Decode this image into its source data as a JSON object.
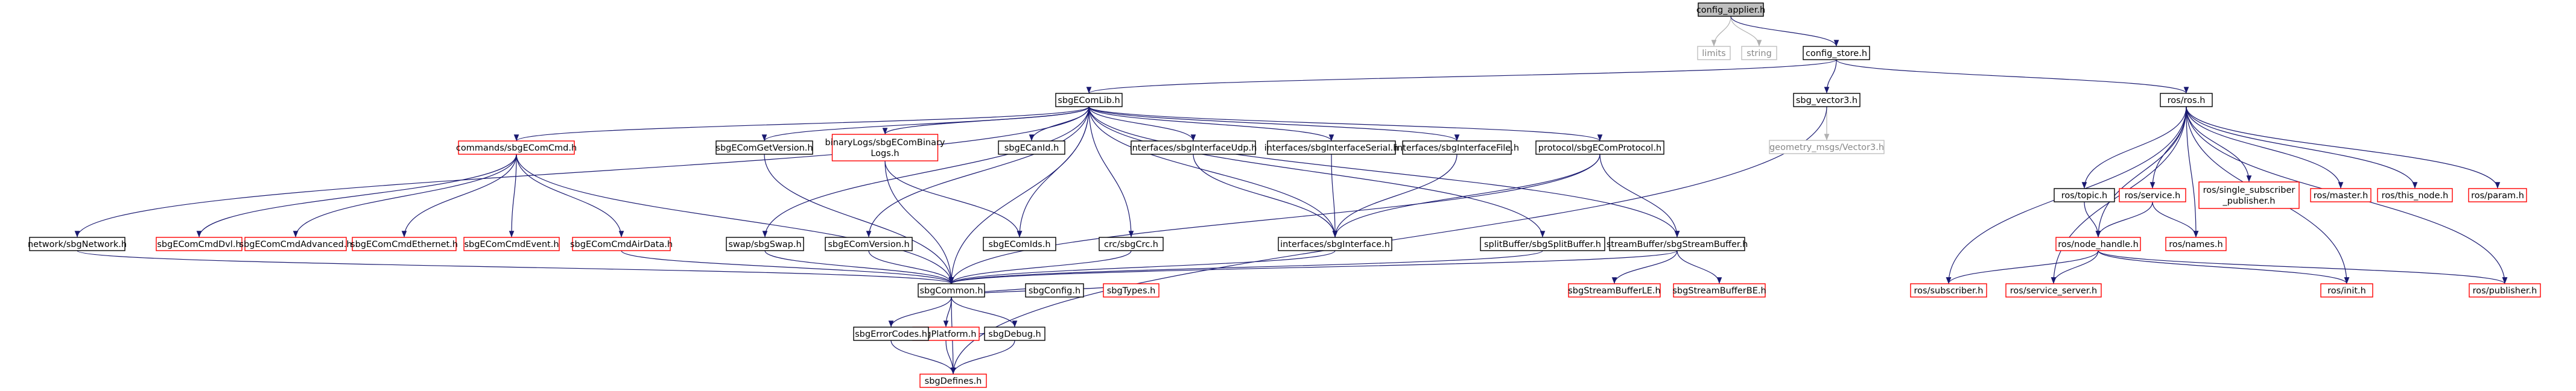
{
  "graph": {
    "colors": {
      "edge": "#191970",
      "edge_external": "#b0b0b0",
      "root_fill": "#bfbfbf",
      "node_border": "#000000",
      "missing_border": "#ff0000",
      "external_border": "#bfbfbf",
      "external_text": "#888888",
      "text": "#000000"
    },
    "nodes": [
      {
        "id": "config_applier",
        "lines": [
          "config_applier.h"
        ],
        "kind": "root"
      },
      {
        "id": "limits",
        "lines": [
          "limits"
        ],
        "kind": "external"
      },
      {
        "id": "string",
        "lines": [
          "string"
        ],
        "kind": "external"
      },
      {
        "id": "config_store",
        "lines": [
          "config_store.h"
        ],
        "kind": "normal"
      },
      {
        "id": "sbgEComLib",
        "lines": [
          "sbgEComLib.h"
        ],
        "kind": "normal"
      },
      {
        "id": "sbg_vector3",
        "lines": [
          "sbg_vector3.h"
        ],
        "kind": "normal"
      },
      {
        "id": "ros_ros",
        "lines": [
          "ros/ros.h"
        ],
        "kind": "normal"
      },
      {
        "id": "geometry_msgs",
        "lines": [
          "geometry_msgs/Vector3.h"
        ],
        "kind": "external"
      },
      {
        "id": "network",
        "lines": [
          "network/sbgNetwork.h"
        ],
        "kind": "normal"
      },
      {
        "id": "commands",
        "lines": [
          "commands/sbgEComCmd.h"
        ],
        "kind": "missing"
      },
      {
        "id": "getversion",
        "lines": [
          "sbgEComGetVersion.h"
        ],
        "kind": "normal"
      },
      {
        "id": "binarylogs",
        "lines": [
          "binaryLogs/sbgEComBinary",
          "Logs.h"
        ],
        "kind": "missing"
      },
      {
        "id": "canid",
        "lines": [
          "sbgECanId.h"
        ],
        "kind": "normal"
      },
      {
        "id": "if_udp",
        "lines": [
          "interfaces/sbgInterfaceUdp.h"
        ],
        "kind": "normal"
      },
      {
        "id": "if_serial",
        "lines": [
          "interfaces/sbgInterfaceSerial.h"
        ],
        "kind": "normal"
      },
      {
        "id": "if_file",
        "lines": [
          "interfaces/sbgInterfaceFile.h"
        ],
        "kind": "normal"
      },
      {
        "id": "protocol",
        "lines": [
          "protocol/sbgEComProtocol.h"
        ],
        "kind": "normal"
      },
      {
        "id": "cmd_dvl",
        "lines": [
          "sbgEComCmdDvl.h"
        ],
        "kind": "missing"
      },
      {
        "id": "cmd_adv",
        "lines": [
          "sbgEComCmdAdvanced.h"
        ],
        "kind": "missing"
      },
      {
        "id": "cmd_eth",
        "lines": [
          "sbgEComCmdEthernet.h"
        ],
        "kind": "missing"
      },
      {
        "id": "cmd_event",
        "lines": [
          "sbgEComCmdEvent.h"
        ],
        "kind": "missing"
      },
      {
        "id": "cmd_airdata",
        "lines": [
          "sbgEComCmdAirData.h"
        ],
        "kind": "missing"
      },
      {
        "id": "swap",
        "lines": [
          "swap/sbgSwap.h"
        ],
        "kind": "normal"
      },
      {
        "id": "ecomversion",
        "lines": [
          "sbgEComVersion.h"
        ],
        "kind": "normal"
      },
      {
        "id": "ecomids",
        "lines": [
          "sbgEComIds.h"
        ],
        "kind": "normal"
      },
      {
        "id": "crc",
        "lines": [
          "crc/sbgCrc.h"
        ],
        "kind": "normal"
      },
      {
        "id": "interface",
        "lines": [
          "interfaces/sbgInterface.h"
        ],
        "kind": "normal"
      },
      {
        "id": "splitbuffer",
        "lines": [
          "splitBuffer/sbgSplitBuffer.h"
        ],
        "kind": "normal"
      },
      {
        "id": "streambuffer",
        "lines": [
          "streamBuffer/sbgStreamBuffer.h"
        ],
        "kind": "normal"
      },
      {
        "id": "sb_le",
        "lines": [
          "sbgStreamBufferLE.h"
        ],
        "kind": "missing"
      },
      {
        "id": "sb_be",
        "lines": [
          "sbgStreamBufferBE.h"
        ],
        "kind": "missing"
      },
      {
        "id": "common",
        "lines": [
          "sbgCommon.h"
        ],
        "kind": "normal"
      },
      {
        "id": "platform",
        "lines": [
          "sbgPlatform.h"
        ],
        "kind": "missing"
      },
      {
        "id": "sbgconfig",
        "lines": [
          "sbgConfig.h"
        ],
        "kind": "normal"
      },
      {
        "id": "types",
        "lines": [
          "sbgTypes.h"
        ],
        "kind": "missing"
      },
      {
        "id": "errorcodes",
        "lines": [
          "sbgErrorCodes.h"
        ],
        "kind": "normal"
      },
      {
        "id": "debug",
        "lines": [
          "sbgDebug.h"
        ],
        "kind": "normal"
      },
      {
        "id": "defines",
        "lines": [
          "sbgDefines.h"
        ],
        "kind": "missing"
      },
      {
        "id": "ros_topic",
        "lines": [
          "ros/topic.h"
        ],
        "kind": "normal"
      },
      {
        "id": "ros_service",
        "lines": [
          "ros/service.h"
        ],
        "kind": "missing"
      },
      {
        "id": "ros_single_sub",
        "lines": [
          "ros/single_subscriber",
          "_publisher.h"
        ],
        "kind": "missing"
      },
      {
        "id": "ros_master",
        "lines": [
          "ros/master.h"
        ],
        "kind": "missing"
      },
      {
        "id": "ros_this_node",
        "lines": [
          "ros/this_node.h"
        ],
        "kind": "missing"
      },
      {
        "id": "ros_param",
        "lines": [
          "ros/param.h"
        ],
        "kind": "missing"
      },
      {
        "id": "ros_node_handle",
        "lines": [
          "ros/node_handle.h"
        ],
        "kind": "missing"
      },
      {
        "id": "ros_names",
        "lines": [
          "ros/names.h"
        ],
        "kind": "missing"
      },
      {
        "id": "ros_subscriber",
        "lines": [
          "ros/subscriber.h"
        ],
        "kind": "missing"
      },
      {
        "id": "ros_service_server",
        "lines": [
          "ros/service_server.h"
        ],
        "kind": "missing"
      },
      {
        "id": "ros_init",
        "lines": [
          "ros/init.h"
        ],
        "kind": "missing"
      },
      {
        "id": "ros_publisher",
        "lines": [
          "ros/publisher.h"
        ],
        "kind": "missing"
      }
    ],
    "edges": [
      [
        "config_applier",
        "limits"
      ],
      [
        "config_applier",
        "string"
      ],
      [
        "config_applier",
        "config_store"
      ],
      [
        "config_store",
        "sbgEComLib"
      ],
      [
        "config_store",
        "sbg_vector3"
      ],
      [
        "config_store",
        "ros_ros"
      ],
      [
        "sbg_vector3",
        "geometry_msgs"
      ],
      [
        "sbg_vector3",
        "defines"
      ],
      [
        "sbgEComLib",
        "network"
      ],
      [
        "sbgEComLib",
        "commands"
      ],
      [
        "sbgEComLib",
        "getversion"
      ],
      [
        "sbgEComLib",
        "binarylogs"
      ],
      [
        "sbgEComLib",
        "canid"
      ],
      [
        "sbgEComLib",
        "if_udp"
      ],
      [
        "sbgEComLib",
        "if_serial"
      ],
      [
        "sbgEComLib",
        "if_file"
      ],
      [
        "sbgEComLib",
        "protocol"
      ],
      [
        "sbgEComLib",
        "swap"
      ],
      [
        "sbgEComLib",
        "ecomversion"
      ],
      [
        "sbgEComLib",
        "ecomids"
      ],
      [
        "sbgEComLib",
        "crc"
      ],
      [
        "sbgEComLib",
        "interface"
      ],
      [
        "sbgEComLib",
        "splitbuffer"
      ],
      [
        "sbgEComLib",
        "streambuffer"
      ],
      [
        "sbgEComLib",
        "common"
      ],
      [
        "commands",
        "cmd_dvl"
      ],
      [
        "commands",
        "cmd_adv"
      ],
      [
        "commands",
        "cmd_eth"
      ],
      [
        "commands",
        "cmd_event"
      ],
      [
        "commands",
        "cmd_airdata"
      ],
      [
        "commands",
        "common"
      ],
      [
        "getversion",
        "common"
      ],
      [
        "binarylogs",
        "ecomids"
      ],
      [
        "binarylogs",
        "common"
      ],
      [
        "if_udp",
        "interface"
      ],
      [
        "if_serial",
        "interface"
      ],
      [
        "if_file",
        "interface"
      ],
      [
        "protocol",
        "interface"
      ],
      [
        "protocol",
        "streambuffer"
      ],
      [
        "protocol",
        "common"
      ],
      [
        "network",
        "common"
      ],
      [
        "cmd_airdata",
        "common"
      ],
      [
        "swap",
        "common"
      ],
      [
        "ecomversion",
        "common"
      ],
      [
        "crc",
        "common"
      ],
      [
        "interface",
        "common"
      ],
      [
        "splitbuffer",
        "common"
      ],
      [
        "streambuffer",
        "sb_le"
      ],
      [
        "streambuffer",
        "sb_be"
      ],
      [
        "streambuffer",
        "common"
      ],
      [
        "common",
        "platform"
      ],
      [
        "common",
        "sbgconfig"
      ],
      [
        "common",
        "types"
      ],
      [
        "common",
        "errorcodes"
      ],
      [
        "common",
        "debug"
      ],
      [
        "common",
        "defines"
      ],
      [
        "platform",
        "errorcodes"
      ],
      [
        "platform",
        "debug"
      ],
      [
        "platform",
        "defines"
      ],
      [
        "errorcodes",
        "defines"
      ],
      [
        "debug",
        "defines"
      ],
      [
        "ros_ros",
        "ros_topic"
      ],
      [
        "ros_ros",
        "ros_service"
      ],
      [
        "ros_ros",
        "ros_single_sub"
      ],
      [
        "ros_ros",
        "ros_master"
      ],
      [
        "ros_ros",
        "ros_this_node"
      ],
      [
        "ros_ros",
        "ros_param"
      ],
      [
        "ros_ros",
        "ros_node_handle"
      ],
      [
        "ros_ros",
        "ros_names"
      ],
      [
        "ros_ros",
        "ros_subscriber"
      ],
      [
        "ros_ros",
        "ros_service_server"
      ],
      [
        "ros_ros",
        "ros_init"
      ],
      [
        "ros_ros",
        "ros_publisher"
      ],
      [
        "ros_topic",
        "ros_node_handle"
      ],
      [
        "ros_service",
        "ros_node_handle"
      ],
      [
        "ros_service",
        "ros_names"
      ],
      [
        "ros_node_handle",
        "ros_subscriber"
      ],
      [
        "ros_node_handle",
        "ros_service_server"
      ],
      [
        "ros_node_handle",
        "ros_init"
      ],
      [
        "ros_node_handle",
        "ros_publisher"
      ]
    ]
  }
}
